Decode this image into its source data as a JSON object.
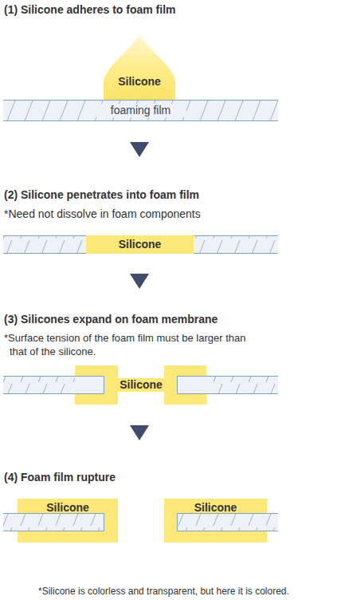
{
  "diagram": {
    "nodes": [
      {
        "text": [
          "Silicone"
        ]
      },
      {
        "text": [
          "foaming film"
        ]
      },
      {
        "text": [
          "Silicone"
        ]
      },
      {
        "text": [
          "Silicone"
        ]
      },
      {
        "text": [
          "Silicone"
        ]
      },
      {
        "text": [
          "Silicone"
        ]
      }
    ],
    "labels": [
      "(1) Silicone adheres to foam film",
      "(2) Silicone penetrates into foam film",
      "*Need not dissolve in foam components",
      "(3) Silicones expand on foam membrane",
      "*Surface tension of the foam film must be larger than that of the silicone.",
      "(4) Foam film rupture",
      "*Silicone is colorless and transparent, but here it is colored."
    ]
  }
}
